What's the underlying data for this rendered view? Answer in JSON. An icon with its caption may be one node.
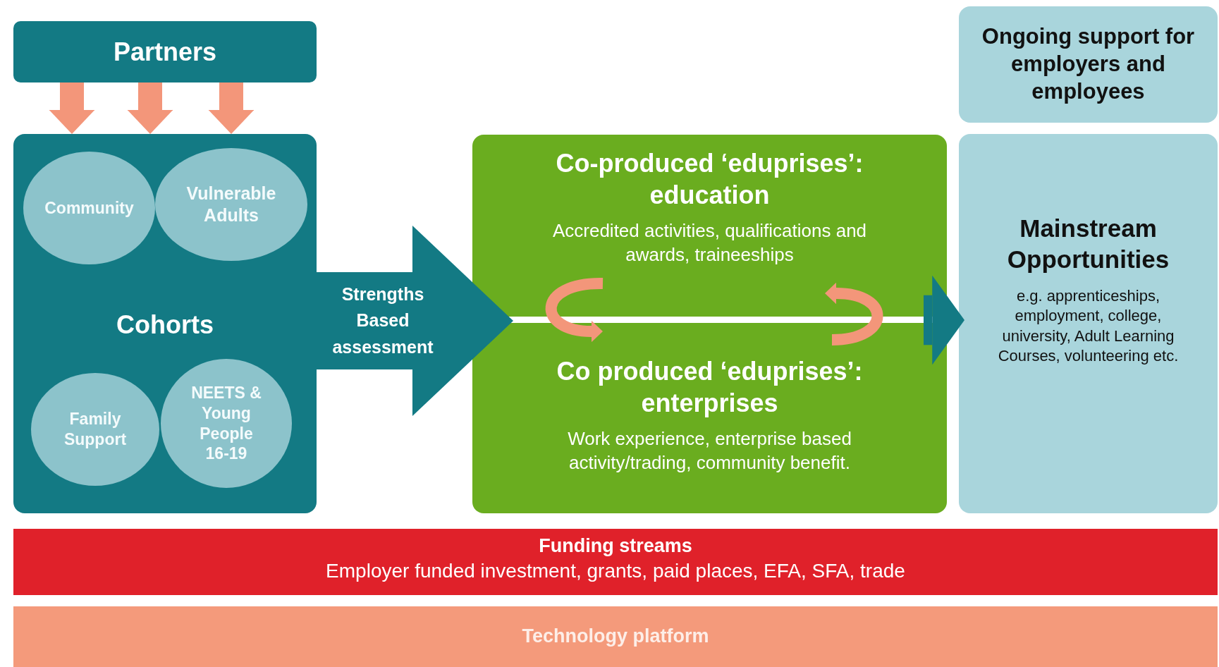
{
  "diagram": {
    "nodes": [
      {
        "text": [
          "Partners"
        ]
      },
      {
        "text": [
          "Cohorts"
        ]
      },
      {
        "text": [
          "Community"
        ],
        "in": 1
      },
      {
        "text": [
          "Vulnerable Adults"
        ],
        "in": 1
      },
      {
        "text": [
          "Family Support"
        ],
        "in": 1
      },
      {
        "text": [
          "NEETS & Young People 16-19"
        ],
        "in": 1
      },
      {
        "text": [
          "Strengths Based assessment"
        ]
      },
      {
        "text": [
          "Co-produced ‘eduprises’: education",
          "Accredited activities, qualifications and awards, traineeships"
        ]
      },
      {
        "text": [
          "Co produced ‘eduprises’: enterprises",
          "Work experience, enterprise based activity/trading, community benefit."
        ]
      },
      {
        "text": [
          "Ongoing support for employers and employees"
        ]
      },
      {
        "text": [
          "Mainstream Opportunities",
          "e.g. apprenticeships, employment, college, university, Adult Learning Courses, volunteering etc."
        ]
      },
      {
        "text": [
          "Funding streams",
          "Employer funded investment, grants, paid places, EFA, SFA, trade"
        ]
      },
      {
        "text": [
          "Technology platform"
        ]
      }
    ],
    "edges": [
      {
        "from": 0,
        "to": 1,
        "arrow": "to"
      },
      {
        "from": 0,
        "to": 1,
        "arrow": "to"
      },
      {
        "from": 0,
        "to": 1,
        "arrow": "to"
      },
      {
        "from": 7,
        "to": 8,
        "arrow": "to"
      },
      {
        "from": 8,
        "to": 7,
        "arrow": "to"
      },
      {
        "from": 7,
        "to": 10,
        "arrow": "to",
        "style": "thick",
        "color": "#137a84"
      }
    ]
  }
}
